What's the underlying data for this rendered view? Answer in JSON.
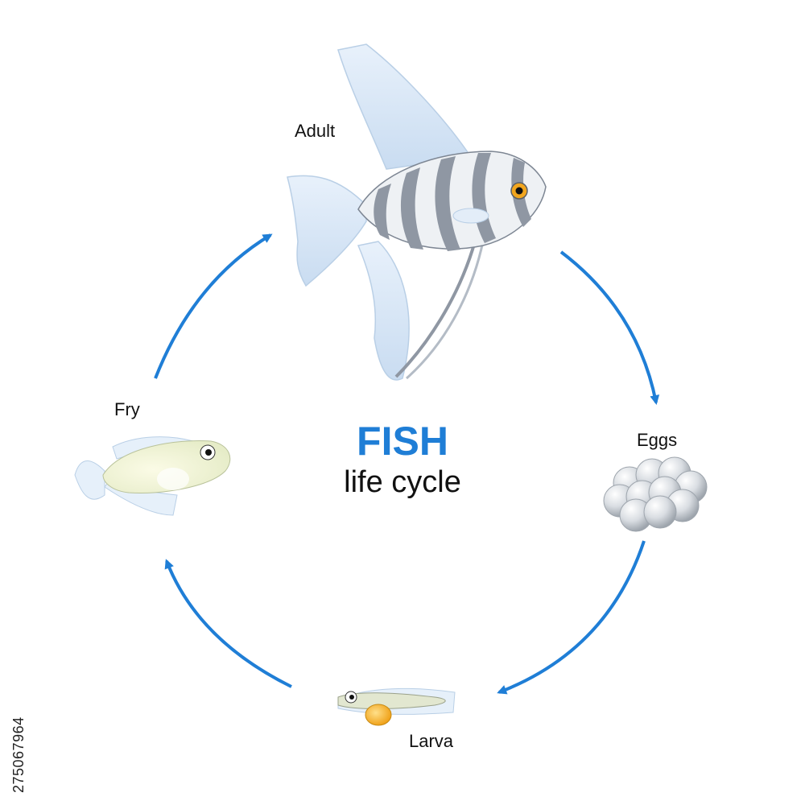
{
  "diagram": {
    "title": "FISH",
    "subtitle": "life cycle",
    "stages": {
      "adult": "Adult",
      "eggs": "Eggs",
      "larva": "Larva",
      "fry": "Fry"
    },
    "stock_id": "275067964"
  },
  "colors": {
    "arrow": "#1f7ed6",
    "title": "#1f7ed6",
    "fin": "#dbe9f7",
    "stripe": "#8f97a3",
    "egg": "#d5d8dc"
  }
}
